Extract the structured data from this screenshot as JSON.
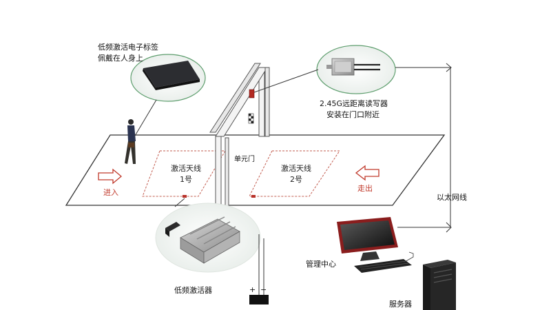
{
  "labels": {
    "tag_line1": "低频激活电子标签",
    "tag_line2": "佩戴在人身上",
    "reader_line1": "2.45G远距离读写器",
    "reader_line2": "安装在门口附近",
    "zone1_line1": "激活天线",
    "zone1_line2": "1号",
    "zone2_line1": "激活天线",
    "zone2_line2": "2号",
    "door": "单元门",
    "enter": "进入",
    "exit": "走出",
    "ethernet": "以太网线",
    "activator": "低频激活器",
    "plus": "+",
    "minus": "−",
    "management": "管理中心",
    "server": "服务器"
  },
  "colors": {
    "arrow_red": "#c0392b",
    "ellipse_green": "#5e9e6e",
    "floor_line": "#333333",
    "antenna_line": "#c25b4e"
  },
  "icons": [
    "tag-device",
    "reader-device",
    "activator-device",
    "monitor-icon",
    "keyboard-icon",
    "server-tower-icon",
    "person-icon",
    "power-supply-icon"
  ]
}
